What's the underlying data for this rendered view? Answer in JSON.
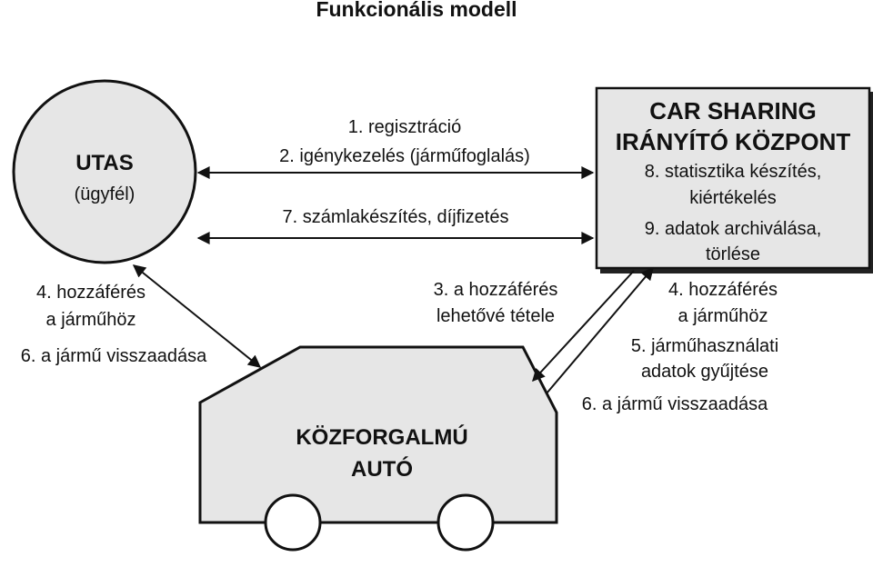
{
  "title": "Funkcionális modell",
  "nodes": {
    "passenger": {
      "name": "UTAS",
      "sub": "(ügyfél)"
    },
    "center": {
      "line1": "CAR SHARING",
      "line2": "IRÁNYÍTÓ KÖZPONT",
      "items": [
        "8. statisztika készítés,",
        "kiértékelés",
        "9. adatok archiválása,",
        "törlése"
      ]
    },
    "car": {
      "line1": "KÖZFORGALMÚ",
      "line2": "AUTÓ"
    }
  },
  "edges": {
    "passenger_center_top": [
      "1. regisztráció",
      "2. igénykezelés (járműfoglalás)"
    ],
    "passenger_center_bottom": [
      "7. számlakészítés, díjfizetés"
    ],
    "passenger_car": [
      "4. hozzáférés",
      "a járműhöz",
      "6. a jármű visszaadása"
    ],
    "center_car_down": [
      "3. a hozzáférés",
      "lehetővé tétele"
    ],
    "car_center_up": [
      "4. hozzáférés",
      "a járműhöz",
      "5. járműhasználati",
      "adatok gyűjtése",
      "6. a jármű visszaadása"
    ]
  }
}
